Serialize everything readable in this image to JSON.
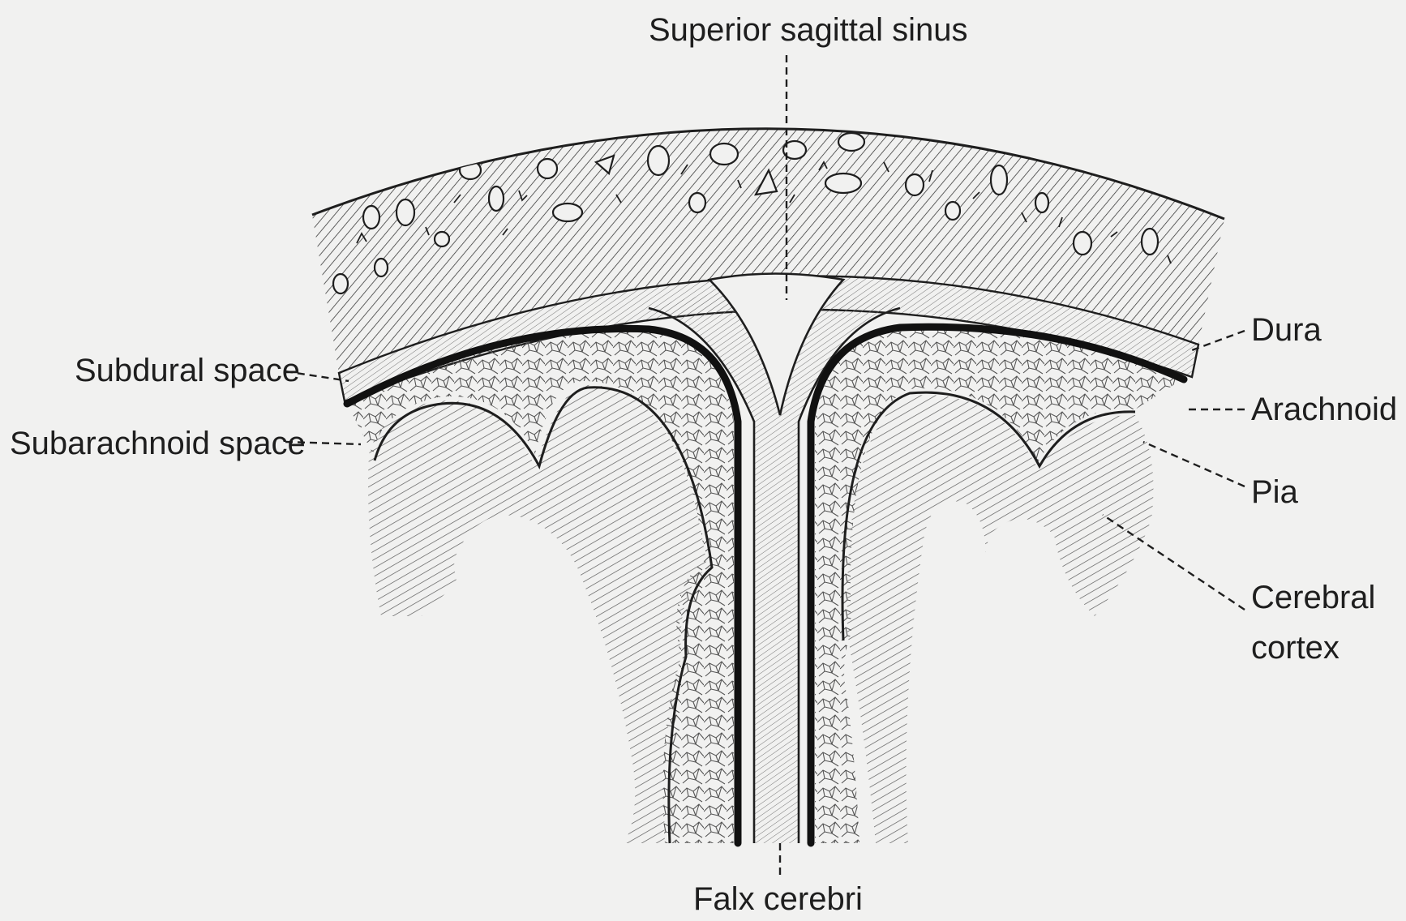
{
  "labels": {
    "superior_sagittal_sinus": "Superior sagittal sinus",
    "dura": "Dura",
    "subdural_space": "Subdural space",
    "arachnoid": "Arachnoid",
    "subarachnoid_space": "Subarachnoid space",
    "pia": "Pia",
    "cerebral_cortex_line1": "Cerebral",
    "cerebral_cortex_line2": "cortex",
    "falx_cerebri": "Falx cerebri"
  },
  "colors": {
    "background": "#f1f1f0",
    "ink": "#1e1e1e",
    "layer_fill": "#e6e6e4"
  }
}
